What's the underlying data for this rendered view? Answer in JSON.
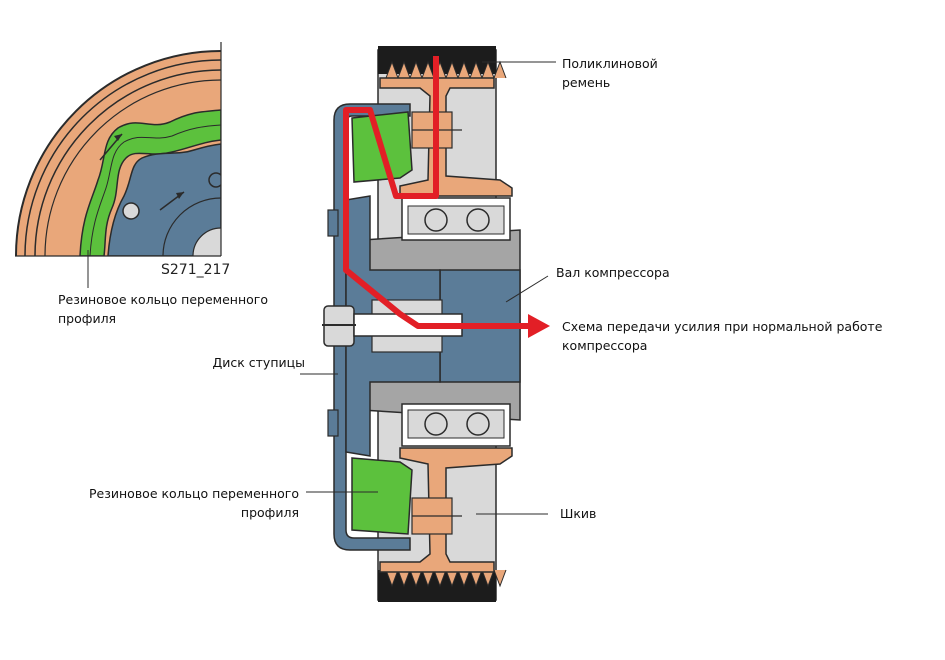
{
  "colors": {
    "rubber": "#5cc13d",
    "copper": "#e9a77a",
    "steel_blue": "#5b7c98",
    "light_gray": "#d9d9d9",
    "mid_gray": "#a5a5a5",
    "belt": "#1c1c1c",
    "force_arrow": "#e21f26",
    "outline": "#2b2b2b"
  },
  "inset": {
    "figure_code": "S271_217",
    "label_line1": "Резиновое кольцо переменного",
    "label_line2": "профиля"
  },
  "labels": {
    "belt_line1": "Поликлиновой",
    "belt_line2": "ремень",
    "shaft": "Вал компрессора",
    "force_line1": "Схема передачи усилия при нормальной работе",
    "force_line2": "компрессора",
    "hub_disc": "Диск ступицы",
    "ring_line1": "Резиновое кольцо переменного",
    "ring_line2": "профиля",
    "pulley": "Шкив"
  }
}
